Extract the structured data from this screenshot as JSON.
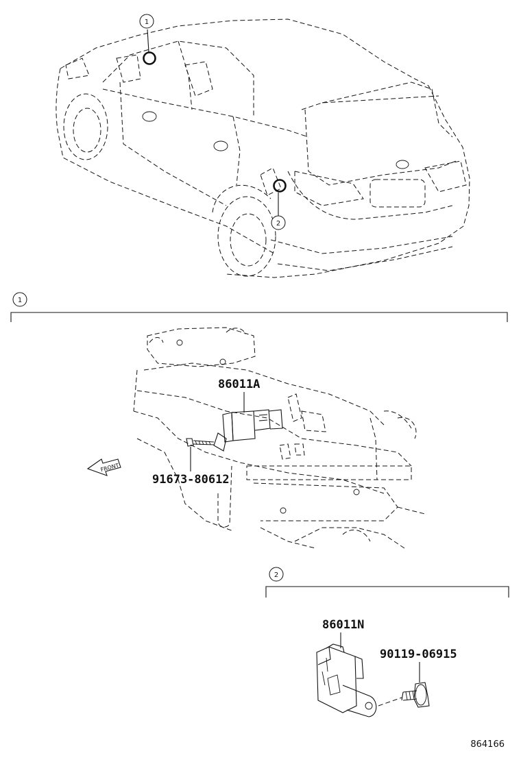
{
  "diagram": {
    "callouts": {
      "location_1": "1",
      "location_2": "2",
      "section_1": "1",
      "section_2": "2"
    },
    "front_label": "FRONT",
    "parts": {
      "p1": "86011A",
      "p2": "91673-80612",
      "p3": "86011N",
      "p4": "90119-06915"
    },
    "ref_number": "864166"
  }
}
